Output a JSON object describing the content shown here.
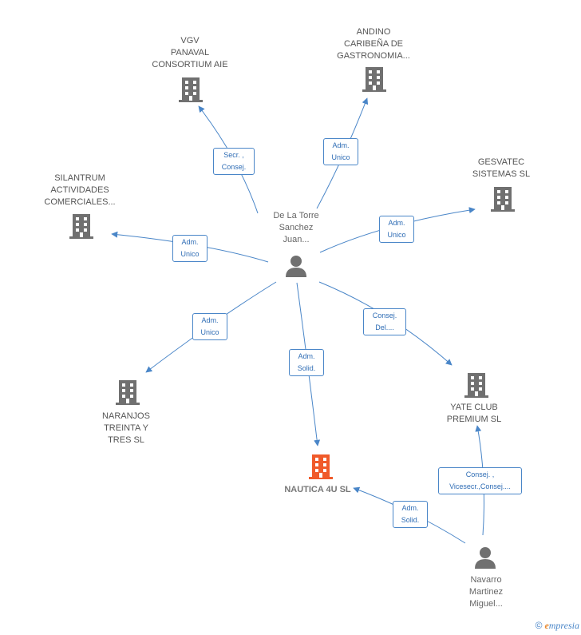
{
  "colors": {
    "edge": "#4a86c8",
    "company": "#707070",
    "company_main": "#f05a2a",
    "person": "#707070"
  },
  "companies": {
    "vgv": "VGV\nPANAVAL\nCONSORTIUM AIE",
    "andino": "ANDINO\nCARIBEÑA DE\nGASTRONOMIA...",
    "gesvatec": "GESVATEC\nSISTEMAS SL",
    "silantrum": "SILANTRUM\nACTIVIDADES\nCOMERCIALES...",
    "naranjos": "NARANJOS\nTREINTA Y\nTRES SL",
    "yate": "YATE CLUB\nPREMIUM SL",
    "nautica": "NAUTICA 4U SL"
  },
  "persons": {
    "delatorre": "De La Torre\nSanchez\nJuan...",
    "navarro": "Navarro\nMartinez\nMiguel..."
  },
  "relations": {
    "vgv": "Secr. ,\nConsej.",
    "andino": "Adm.\nUnico",
    "gesvatec": "Adm.\nUnico",
    "silantrum": "Adm.\nUnico",
    "naranjos": "Adm.\nUnico",
    "yate_delatorre": "Consej.\nDel....",
    "nautica_delatorre": "Adm.\nSolid.",
    "yate_navarro": "Consej. ,\nVicesecr.,Consej....",
    "nautica_navarro": "Adm.\nSolid."
  },
  "footer": {
    "copyright": "©",
    "brand_initial": "e",
    "brand_rest": "mpresia"
  }
}
